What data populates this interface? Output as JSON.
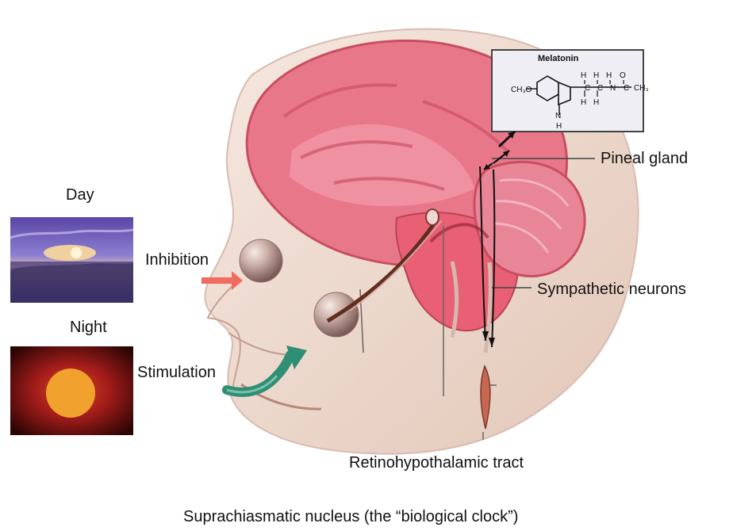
{
  "labels": {
    "day": "Day",
    "night": "Night",
    "inhibition": "Inhibition",
    "stimulation": "Stimulation",
    "pineal_gland": "Pineal gland",
    "sympathetic_neurons": "Sympathetic neurons",
    "retinohypothalamic_tract": "Retinohypothalamic tract",
    "suprachiasmatic_nucleus": "Suprachiasmatic nucleus (the “biological clock”)"
  },
  "melatonin": {
    "title": "Melatonin"
  },
  "colors": {
    "inhibition_arrow": "#f26b60",
    "stimulation_arrow": "#2f8f74",
    "brain": "#e9778a",
    "brain_dark": "#c84e60",
    "skin": "#f2d9cc",
    "night_sun": "#f0a12e",
    "day_sky": "#7a64c8"
  },
  "icons": {
    "inhibition_arrow": "arrow-right-icon",
    "stimulation_arrow": "curved-arrow-icon"
  }
}
